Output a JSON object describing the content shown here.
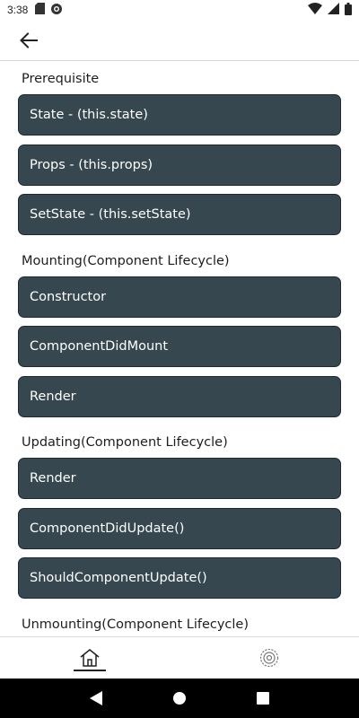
{
  "status_bar": {
    "time": "3:38",
    "left_icons": [
      "sd-card-icon",
      "at-sign-icon"
    ],
    "right_icons": [
      "wifi-icon",
      "signal-icon",
      "battery-icon"
    ]
  },
  "app_bar": {
    "back_icon": "arrow-left-icon"
  },
  "sections": [
    {
      "title": "Prerequisite",
      "items": [
        "State - (this.state)",
        "Props - (this.props)",
        "SetState - (this.setState)"
      ]
    },
    {
      "title": "Mounting(Component Lifecycle)",
      "items": [
        "Constructor",
        "ComponentDidMount",
        "Render"
      ]
    },
    {
      "title": "Updating(Component Lifecycle)",
      "items": [
        "Render",
        "ComponentDidUpdate()",
        "ShouldComponentUpdate()"
      ]
    },
    {
      "title": "Unmounting(Component Lifecycle)",
      "items": [
        ""
      ]
    }
  ],
  "bottom_nav": {
    "tabs": [
      "home-icon",
      "settings-icon"
    ],
    "active": "home-icon"
  },
  "system_nav": [
    "back-triangle-icon",
    "home-circle-icon",
    "recents-square-icon"
  ],
  "colors": {
    "button_bg": "#36474f",
    "button_text": "#ffffff",
    "nav_bar": "#000000"
  }
}
